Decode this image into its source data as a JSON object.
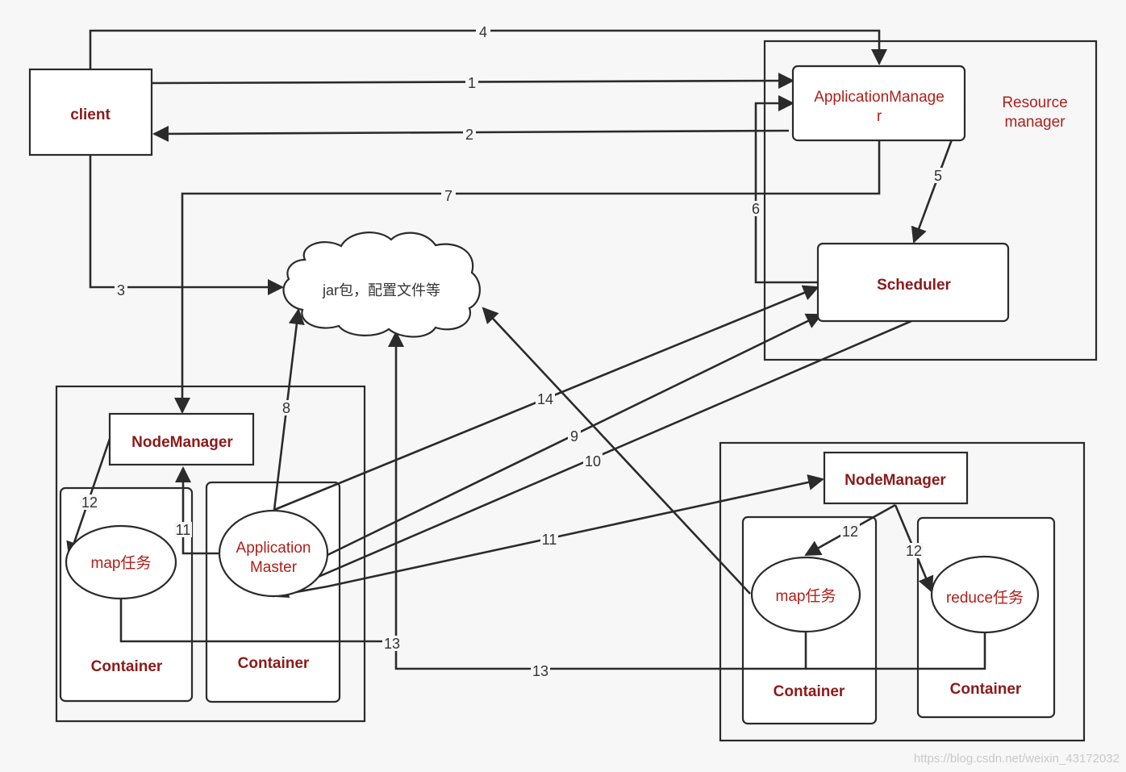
{
  "nodes": {
    "client": "client",
    "app_manager_line1": "ApplicationManage",
    "app_manager_line2": "r",
    "resource_manager_line1": "Resource",
    "resource_manager_line2": "manager",
    "scheduler": "Scheduler",
    "cloud": "jar包，配置文件等",
    "nodemanager_left": "NodeManager",
    "nodemanager_right": "NodeManager",
    "map_task_left": "map任务",
    "app_master_line1": "Application",
    "app_master_line2": "Master",
    "container_left_1": "Container",
    "container_left_2": "Container",
    "map_task_right": "map任务",
    "reduce_task": "reduce任务",
    "container_right_1": "Container",
    "container_right_2": "Container"
  },
  "edges": [
    {
      "id": "e1",
      "label": "1",
      "from": "client",
      "to": "ApplicationManager"
    },
    {
      "id": "e2",
      "label": "2",
      "from": "ApplicationManager",
      "to": "client"
    },
    {
      "id": "e3",
      "label": "3",
      "from": "client",
      "to": "jar包，配置文件等"
    },
    {
      "id": "e4",
      "label": "4",
      "from": "client",
      "to": "ApplicationManager"
    },
    {
      "id": "e5",
      "label": "5",
      "from": "ApplicationManager",
      "to": "Scheduler"
    },
    {
      "id": "e6",
      "label": "6",
      "from": "Scheduler",
      "to": "ApplicationManager"
    },
    {
      "id": "e7",
      "label": "7",
      "from": "ApplicationManager",
      "to": "NodeManager (left)"
    },
    {
      "id": "e8",
      "label": "8",
      "from": "Application Master",
      "to": "jar包，配置文件等"
    },
    {
      "id": "e9",
      "label": "9",
      "from": "Application Master",
      "to": "Scheduler"
    },
    {
      "id": "e10",
      "label": "10",
      "from": "Scheduler",
      "to": "Application Master"
    },
    {
      "id": "e11a",
      "label": "11",
      "from": "Application Master",
      "to": "NodeManager (left)"
    },
    {
      "id": "e11b",
      "label": "11",
      "from": "Application Master",
      "to": "NodeManager (right)"
    },
    {
      "id": "e12a",
      "label": "12",
      "from": "NodeManager (left)",
      "to": "map任务 (left)"
    },
    {
      "id": "e12b",
      "label": "12",
      "from": "NodeManager (right)",
      "to": "map任务 (right)"
    },
    {
      "id": "e12c",
      "label": "12",
      "from": "NodeManager (right)",
      "to": "reduce任务"
    },
    {
      "id": "e13a",
      "label": "13",
      "from": "map任务 (left)",
      "to": "jar包，配置文件等"
    },
    {
      "id": "e13b",
      "label": "13",
      "from": "map任务 / reduce任务 (right)",
      "to": "jar包，配置文件等"
    },
    {
      "id": "e14",
      "label": "14",
      "from": "Application Master",
      "to": "Scheduler"
    },
    {
      "id": "e15",
      "label": "",
      "from": "map任务 (right)",
      "to": "jar包，配置文件等"
    }
  ],
  "watermark": "https://blog.csdn.net/weixin_43172032"
}
